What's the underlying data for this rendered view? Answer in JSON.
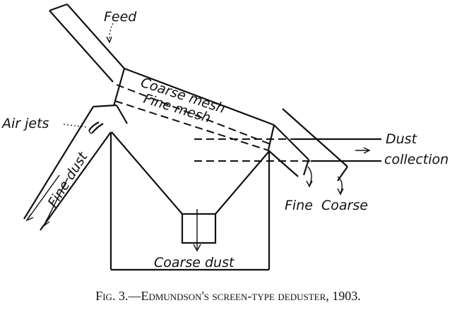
{
  "labels": {
    "feed": "Feed",
    "coarse_mesh": "Coarse mesh",
    "fine_mesh": "Fine mesh",
    "air_jets": "Air jets",
    "fine_dust": "Fine dust",
    "dust": "Dust",
    "collection": "collection",
    "fine": "Fine",
    "coarse": "Coarse",
    "coarse_dust": "Coarse dust"
  },
  "caption": {
    "fig": "Fig. 3.",
    "dash": "—",
    "title": "Edmundson's screen-type deduster, 1903."
  },
  "colors": {
    "ink": "#111111",
    "paper": "#ffffff"
  }
}
